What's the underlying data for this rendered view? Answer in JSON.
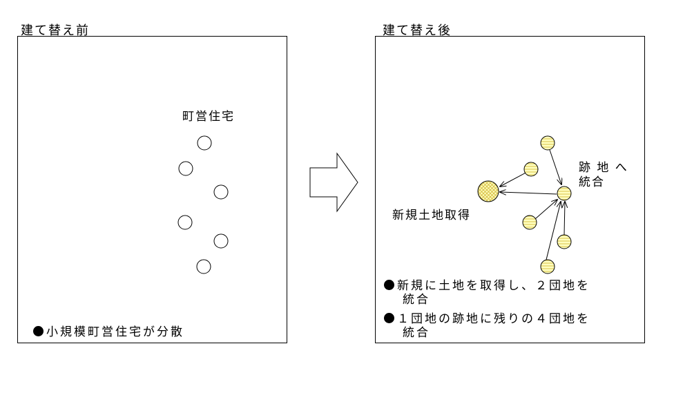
{
  "before": {
    "title": "建て替え前",
    "label_housing": "町営住宅",
    "note": "小規模町営住宅が分散"
  },
  "after": {
    "title": "建て替え後",
    "label_merge_line1": "跡 地 へ",
    "label_merge_line2": "統合",
    "label_new_land": "新規土地取得",
    "note1_line1": "新規に土地を取得し、２団地を",
    "note1_line2": "統合",
    "note2_line1": "１団地の跡地に残りの４団地を",
    "note2_line2": "統合"
  },
  "colors": {
    "yellow_fill": "#ffffc0",
    "hatch_line": "#d8c048",
    "border": "#000000"
  }
}
